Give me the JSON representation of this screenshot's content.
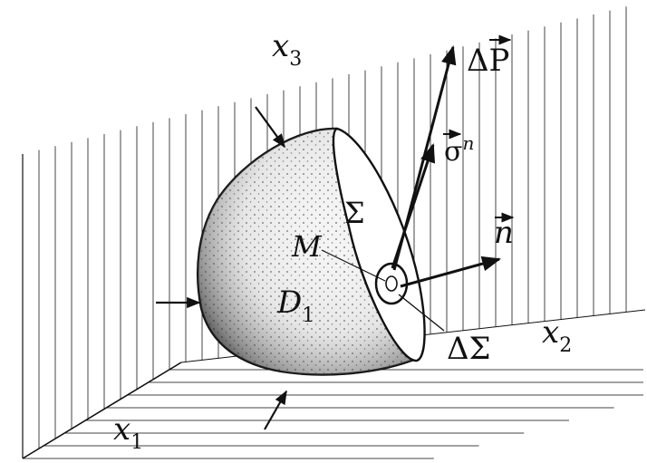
{
  "labels": {
    "x3": "x",
    "x3_sub": "3",
    "x2": "x",
    "x2_sub": "2",
    "x1": "x",
    "x1_sub": "1",
    "delta_p": "ΔP",
    "sigma_n": "σ",
    "sigma_n_sup": "n",
    "n_vec": "n",
    "sigma_cap": "Σ",
    "point_m": "M",
    "domain_d": "D",
    "domain_d_sub": "1",
    "delta_sigma": "ΔΣ"
  },
  "colors": {
    "ink": "#111111",
    "hatch": "#444444",
    "paper": "#ffffff"
  }
}
